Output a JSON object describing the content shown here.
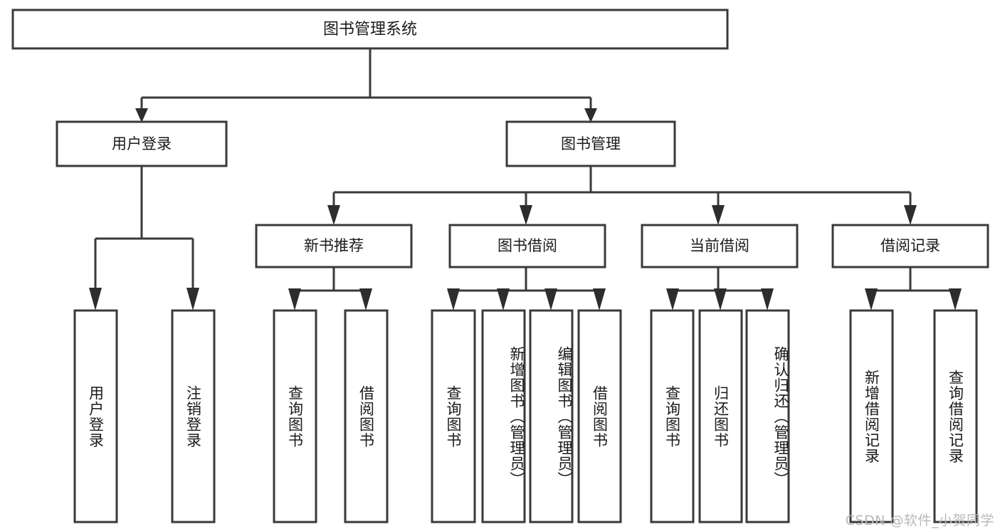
{
  "diagram": {
    "title": "图书管理系统",
    "type": "tree-hierarchy",
    "orientation": "top-down",
    "colors": {
      "background": "#ffffff",
      "box_fill": "#ffffff",
      "box_stroke": "#3a3a3a",
      "connector": "#3a3a3a",
      "arrow": "#2d2d2d",
      "text": "#1a1a1a",
      "watermark": "#b9b9b9"
    },
    "root": {
      "label": "图书管理系统"
    },
    "level1": [
      {
        "label": "用户登录"
      },
      {
        "label": "图书管理"
      }
    ],
    "level2": [
      {
        "label": "新书推荐"
      },
      {
        "label": "图书借阅"
      },
      {
        "label": "当前借阅"
      },
      {
        "label": "借阅记录"
      }
    ],
    "leaves": {
      "user_login": [
        {
          "label": "用户登录"
        },
        {
          "label": "注销登录"
        }
      ],
      "new_book_recommend": [
        {
          "label": "查询图书"
        },
        {
          "label": "借阅图书"
        }
      ],
      "book_borrow": [
        {
          "label": "查询图书"
        },
        {
          "label": "新增图书（管理员）"
        },
        {
          "label": "编辑图书（管理员）"
        },
        {
          "label": "借阅图书"
        }
      ],
      "current_borrow": [
        {
          "label": "查询图书"
        },
        {
          "label": "归还图书"
        },
        {
          "label": "确认归还（管理员）"
        }
      ],
      "borrow_record": [
        {
          "label": "新增借阅记录"
        },
        {
          "label": "查询借阅记录"
        }
      ]
    }
  },
  "watermark": {
    "text": "CSDN @软件_小贺同学"
  }
}
